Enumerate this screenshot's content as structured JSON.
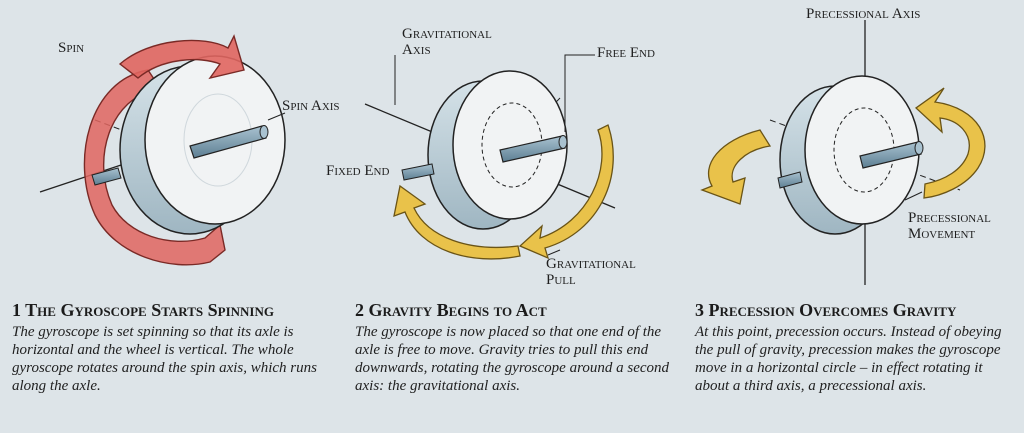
{
  "labels": {
    "spin": "Spin",
    "spin_axis": "Spin Axis",
    "gravitational_axis_line1": "Gravitational",
    "gravitational_axis_line2": "Axis",
    "free_end": "Free End",
    "fixed_end": "Fixed End",
    "gravitational_pull_line1": "Gravitational",
    "gravitational_pull_line2": "Pull",
    "precessional_axis": "Precessional Axis",
    "precessional_movement_line1": "Precessional",
    "precessional_movement_line2": "Movement"
  },
  "steps": [
    {
      "title": "1 The Gyroscope Starts Spinning",
      "text": "The gyroscope is set spinning so that its axle is horizontal and the wheel is vertical. The whole gyroscope rotates around the spin axis, which runs along the axle."
    },
    {
      "title": "2 Gravity Begins to Act",
      "text": "The gyroscope is now placed so that one end of the axle is free to move. Gravity tries to pull this end downwards, rotating the gyroscope around a second axis: the gravitational axis."
    },
    {
      "title": "3 Precession Overcomes Gravity",
      "text": "At this point, precession occurs. Instead of obeying the pull of gravity, precession makes the gyroscope move in a horizontal circle – in effect rotating it about a third axis, a precessional axis."
    }
  ],
  "colors": {
    "background": "#dde4e8",
    "spin_arrow": "#e0655f",
    "pull_arrow": "#e9c24a",
    "wheel_face": "#f1f3f4",
    "wheel_edge": "#b9cdd6",
    "axle": "#7f9fb2"
  }
}
